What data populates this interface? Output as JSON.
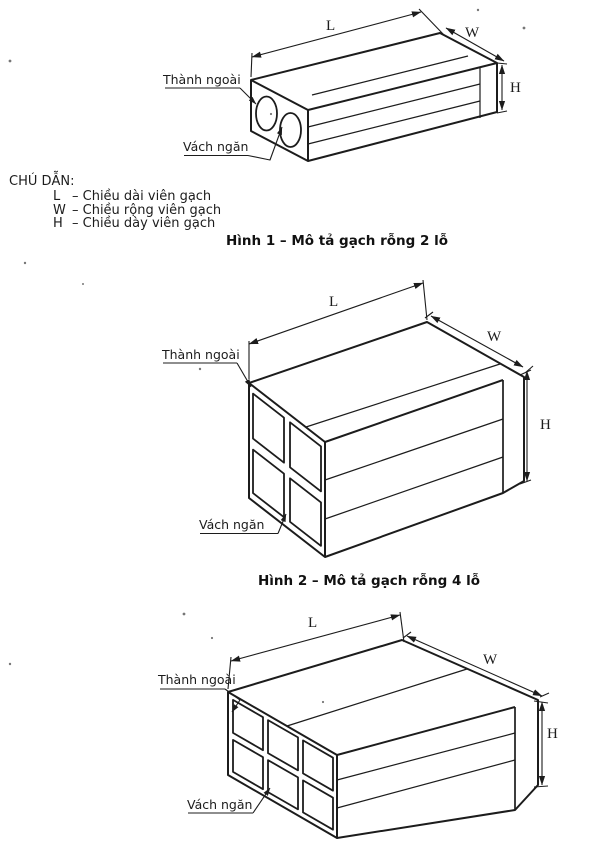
{
  "document": {
    "background": "#ffffff",
    "ink_color": "#1c1c1c"
  },
  "legend": {
    "title": "CHÚ DẪN:",
    "items": [
      {
        "symbol": "L",
        "description": "– Chiều dài viên gạch"
      },
      {
        "symbol": "W",
        "description": "– Chiều rộng viên gạch"
      },
      {
        "symbol": "H",
        "description": "– Chiều dày viên gạch"
      }
    ]
  },
  "figures": [
    {
      "caption": "Hình 1 – Mô tả gạch rỗng 2 lỗ",
      "labels": {
        "outer_wall": "Thành ngoài",
        "partition": "Vách ngăn",
        "dim_length": "L",
        "dim_width": "W",
        "dim_height": "H"
      }
    },
    {
      "caption": "Hình 2 – Mô tả gạch rỗng 4 lỗ",
      "labels": {
        "outer_wall": "Thành ngoài",
        "partition": "Vách ngăn",
        "dim_length": "L",
        "dim_width": "W",
        "dim_height": "H"
      }
    },
    {
      "labels": {
        "outer_wall": "Thành ngoài",
        "partition": "Vách ngăn",
        "dim_length": "L",
        "dim_width": "W",
        "dim_height": "H"
      }
    }
  ]
}
